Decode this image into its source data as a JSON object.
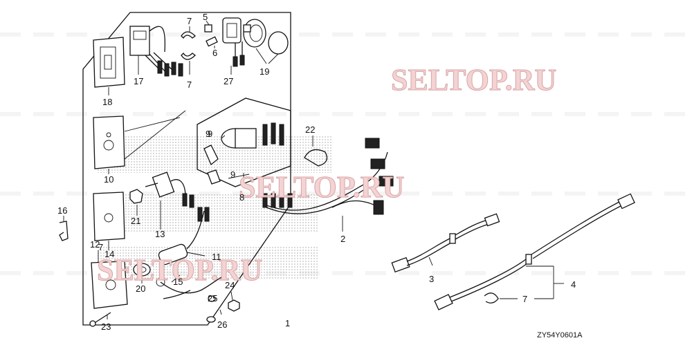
{
  "watermarks": [
    "SELTOP.RU",
    "SELTOP.RU",
    "SELTOP.RU"
  ],
  "diagram_code": "ZY54Y0601A",
  "callouts": [
    "1",
    "2",
    "3",
    "4",
    "5",
    "6",
    "7",
    "7",
    "7",
    "7",
    "8",
    "9",
    "9",
    "10",
    "11",
    "12",
    "13",
    "14",
    "15",
    "16",
    "17",
    "18",
    "19",
    "20",
    "21",
    "22",
    "23",
    "24",
    "25",
    "26",
    "27"
  ]
}
